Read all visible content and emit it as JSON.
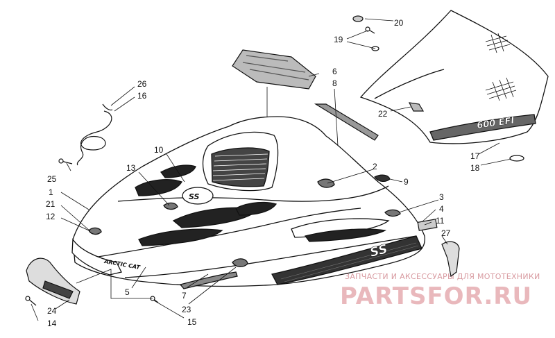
{
  "diagram": {
    "callouts": [
      "1",
      "2",
      "3",
      "4",
      "5",
      "6",
      "7",
      "8",
      "9",
      "10",
      "11",
      "12",
      "13",
      "14",
      "15",
      "16",
      "17",
      "18",
      "19",
      "20",
      "21",
      "22",
      "23",
      "24",
      "25",
      "26",
      "27"
    ],
    "decals": {
      "brand": "ARCTIC CAT",
      "model_side": "SS",
      "model_hood": "SS",
      "windshield": "600 EFI"
    },
    "watermark": {
      "tagline": "ЗАПЧАСТИ И АКСЕССУАРЫ ДЛЯ МОТОТЕХНИКИ",
      "brand": "PARTSFOR.RU"
    }
  }
}
